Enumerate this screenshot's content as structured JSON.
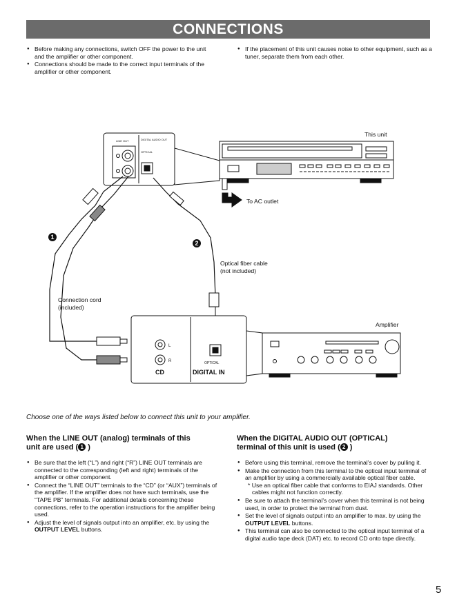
{
  "title": "CONNECTIONS",
  "intro_left": [
    "Before making any connections, switch OFF the power to the unit and the amplifier or other component.",
    "Connections should be made to the correct input terminals of the amplifier or other component."
  ],
  "intro_right": [
    "If the placement of this unit causes noise to other equipment, such as a tuner, separate them from each other."
  ],
  "diagram": {
    "this_unit": "This unit",
    "ac_outlet": "To AC outlet",
    "optical_cable": "Optical fiber cable\n(not included)",
    "connection_cord": "Connection cord\n(included)",
    "amplifier": "Amplifier",
    "marker1": "1",
    "marker2": "2",
    "panel_line_out": "LINE OUT",
    "panel_digital": "DIGITAL AUDIO OUT",
    "panel_optical": "OPTICAL",
    "amp_cd": "CD",
    "amp_digital_in": "DIGITAL   IN",
    "amp_optical": "OPTICAL",
    "amp_l": "L",
    "amp_r": "R"
  },
  "choose": "Choose one of the ways listed below to connect this unit to your amplifier.",
  "left_section": {
    "heading_a": "When the LINE OUT (analog) terminals of this",
    "heading_b": "unit are used  (",
    "heading_num": "1",
    "heading_end": " )",
    "items": [
      "Be sure that the left (“L”) and right (“R”) LINE OUT terminals are connected to the corresponding (left and right) terminals of the amplifier or other component.",
      "Connect the “LINE OUT” terminals to the “CD” (or “AUX”) terminals of the amplifier.  If the amplifier does not have such terminals, use the “TAPE PB” terminals.  For additional details concerning these connections, refer to the operation instructions for the amplifier being used.",
      "Adjust the level of signals output into an amplifier, etc. by using the "
    ],
    "item3_bold": "OUTPUT LEVEL",
    "item3_end": " buttons."
  },
  "right_section": {
    "heading_a": "When the DIGITAL AUDIO OUT (OPTICAL)",
    "heading_b": "terminal of this unit is used  (",
    "heading_num": "2",
    "heading_end": " )",
    "item1": "Before using this terminal, remove the terminal’s cover by pulling it.",
    "item2": "Make the connection from this terminal to the optical input terminal of an amplifier by using a commercially available optical fiber cable.",
    "item2_note": "*  Use an optical fiber cable that conforms to EIAJ standards. Other cables might not function correctly.",
    "item3": "Be sure to attach the terminal’s cover when this terminal is not being used, in order to protect the terminal from dust.",
    "item4": "Set the level of signals output into an amplifier to max. by using the ",
    "item4_bold": "OUTPUT LEVEL",
    "item4_end": " buttons.",
    "item5": "This terminal can also be connected to the optical input terminal of a digital audio tape deck (DAT) etc. to record CD onto tape directly."
  },
  "page_number": "5"
}
